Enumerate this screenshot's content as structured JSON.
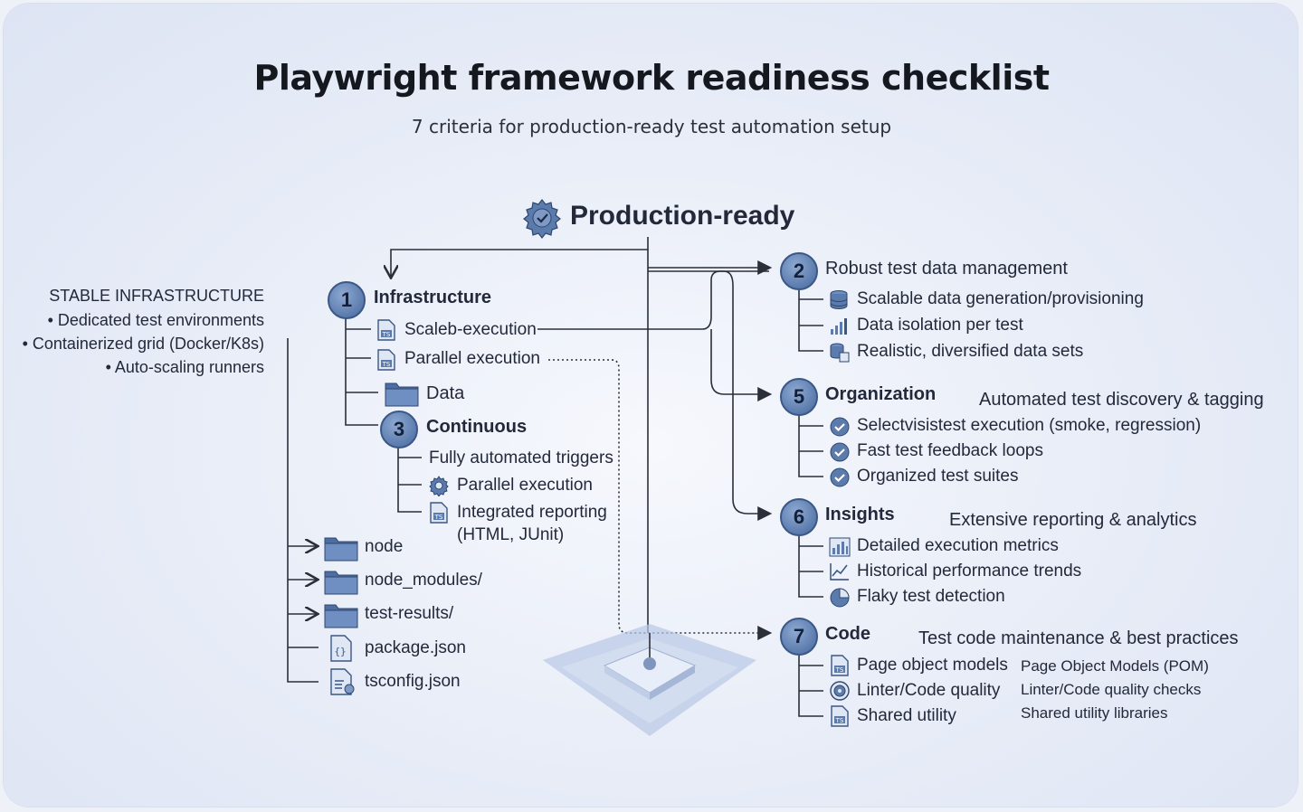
{
  "title": "Playwright framework readiness checklist",
  "subtitle": "7 criteria for production-ready test automation setup",
  "root": {
    "label": "Production-ready",
    "icon": "gear-check-icon"
  },
  "infrastructure_note": {
    "heading": "STABLE INFRASTRUCTURE",
    "items": [
      "Dedicated test environments",
      "Containerized grid (Docker/K8s)",
      "Auto-scaling runners"
    ]
  },
  "infrastructure": {
    "number": "1",
    "label": "Infrastructure",
    "items": [
      {
        "label": "Scaleb-execution",
        "icon": "ts-file-icon"
      },
      {
        "label": "Parallel execution",
        "icon": "ts-file-icon"
      },
      {
        "label": "Data",
        "icon": "folder-icon"
      }
    ]
  },
  "continuous": {
    "number": "3",
    "label": "Continuous",
    "items": [
      {
        "label": "Fully automated triggers",
        "icon": ""
      },
      {
        "label": "Parallel execution",
        "icon": "gear-icon"
      },
      {
        "label": "Integrated reporting",
        "label2": "(HTML, JUnit)",
        "icon": "ts-file-icon"
      }
    ]
  },
  "files": [
    {
      "label": "node",
      "icon": "folder-icon"
    },
    {
      "label": "node_modules/",
      "icon": "folder-icon"
    },
    {
      "label": "test-results/",
      "icon": "folder-icon"
    },
    {
      "label": "package.json",
      "icon": "json-file-icon"
    },
    {
      "label": "tsconfig.json",
      "icon": "config-file-icon"
    }
  ],
  "data_mgmt": {
    "number": "2",
    "label": "Robust test data management",
    "items": [
      {
        "label": "Scalable data generation/provisioning",
        "icon": "database-icon"
      },
      {
        "label": "Data isolation per test",
        "icon": "bar-chart-icon"
      },
      {
        "label": "Realistic, diversified data sets",
        "icon": "data-stack-icon"
      }
    ]
  },
  "organization": {
    "number": "5",
    "label": "Organization",
    "description": "Automated test discovery & tagging",
    "items": [
      {
        "label": "Selectvisistest execution (smoke, regression)",
        "icon": "check-circle-icon"
      },
      {
        "label": "Fast test feedback loops",
        "icon": "check-circle-icon"
      },
      {
        "label": "Organized test suites",
        "icon": "check-circle-icon"
      }
    ]
  },
  "insights": {
    "number": "6",
    "label": "Insights",
    "description": "Extensive reporting & analytics",
    "items": [
      {
        "label": "Detailed execution metrics",
        "icon": "bar-chart-icon"
      },
      {
        "label": "Historical performance trends",
        "icon": "line-chart-icon"
      },
      {
        "label": "Flaky test detection",
        "icon": "pie-chart-icon"
      }
    ]
  },
  "code": {
    "number": "7",
    "label": "Code",
    "description": "Test code maintenance & best practices",
    "items": [
      {
        "label": "Page object models",
        "icon": "ts-file-icon",
        "note": "Page Object Models (POM)"
      },
      {
        "label": "Linter/Code quality",
        "icon": "target-icon",
        "note": "Linter/Code quality checks"
      },
      {
        "label": "Shared utility",
        "icon": "ts-file-icon",
        "note": "Shared utility libraries"
      }
    ]
  },
  "colors": {
    "accent": "#5b7bad",
    "line": "#2b2f3a",
    "background": "#e7ecf7"
  }
}
